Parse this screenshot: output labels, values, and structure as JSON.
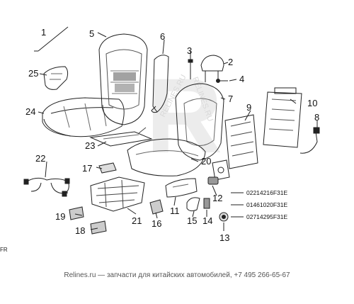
{
  "watermark": {
    "mark": "R",
    "ring_text": "RELINES.RU",
    "ring_text_lower": "RELINES.RU"
  },
  "callouts": [
    "1",
    "2",
    "3",
    "4",
    "5",
    "6",
    "7",
    "8",
    "9",
    "10",
    "11",
    "12",
    "13",
    "14",
    "15",
    "16",
    "17",
    "18",
    "19",
    "20",
    "21",
    "22",
    "23",
    "24",
    "25"
  ],
  "part_numbers": [
    "02214216F31E",
    "01461020F31E",
    "02714295F31E"
  ],
  "side_tag": "FR",
  "footer": "Relines.ru — запчасти для китайских автомобилей, +7 495 266-65-67"
}
